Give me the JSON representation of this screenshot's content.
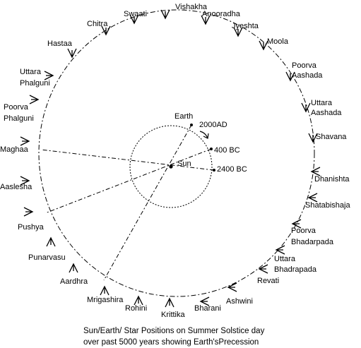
{
  "caption": {
    "line1": "Sun/Earth/ Star Positions on  Summer Solstice day",
    "line2": "over past 5000 years showing  Earth'sPrecession"
  },
  "center": {
    "sun_label": "Sun",
    "earth_label": "Earth"
  },
  "epochs": [
    {
      "id": "2000ad",
      "label": "2000AD"
    },
    {
      "id": "400bc",
      "label": "400 BC"
    },
    {
      "id": "2400bc",
      "label": "2400 BC"
    }
  ],
  "nakshatras": [
    {
      "name": "Vishakha"
    },
    {
      "name": "Anooradha"
    },
    {
      "name": "Jyeshta"
    },
    {
      "name": "Moola"
    },
    {
      "name": "Poorva",
      "line2": "Aashada"
    },
    {
      "name": "Uttara",
      "line2": "Aashada"
    },
    {
      "name": "Shavana"
    },
    {
      "name": "Dhanishta"
    },
    {
      "name": "Shatabishaja"
    },
    {
      "name": "Poorva",
      "line2": "Bhadarpada"
    },
    {
      "name": "Uttara",
      "line2": "Bhadrapada"
    },
    {
      "name": "Revati"
    },
    {
      "name": "Ashwini"
    },
    {
      "name": "Bharani"
    },
    {
      "name": "Krittika"
    },
    {
      "name": "Rohini"
    },
    {
      "name": "Mrigashira"
    },
    {
      "name": "Aardhra"
    },
    {
      "name": "Punarvasu"
    },
    {
      "name": "Pushya"
    },
    {
      "name": "Aaslesha"
    },
    {
      "name": "Maghaa"
    },
    {
      "name": "Poorva",
      "line2": "Phalguni"
    },
    {
      "name": "Uttara",
      "line2": "Phalguni"
    },
    {
      "name": "Hastaa"
    },
    {
      "name": "Chitra"
    },
    {
      "name": "Swaati"
    }
  ]
}
